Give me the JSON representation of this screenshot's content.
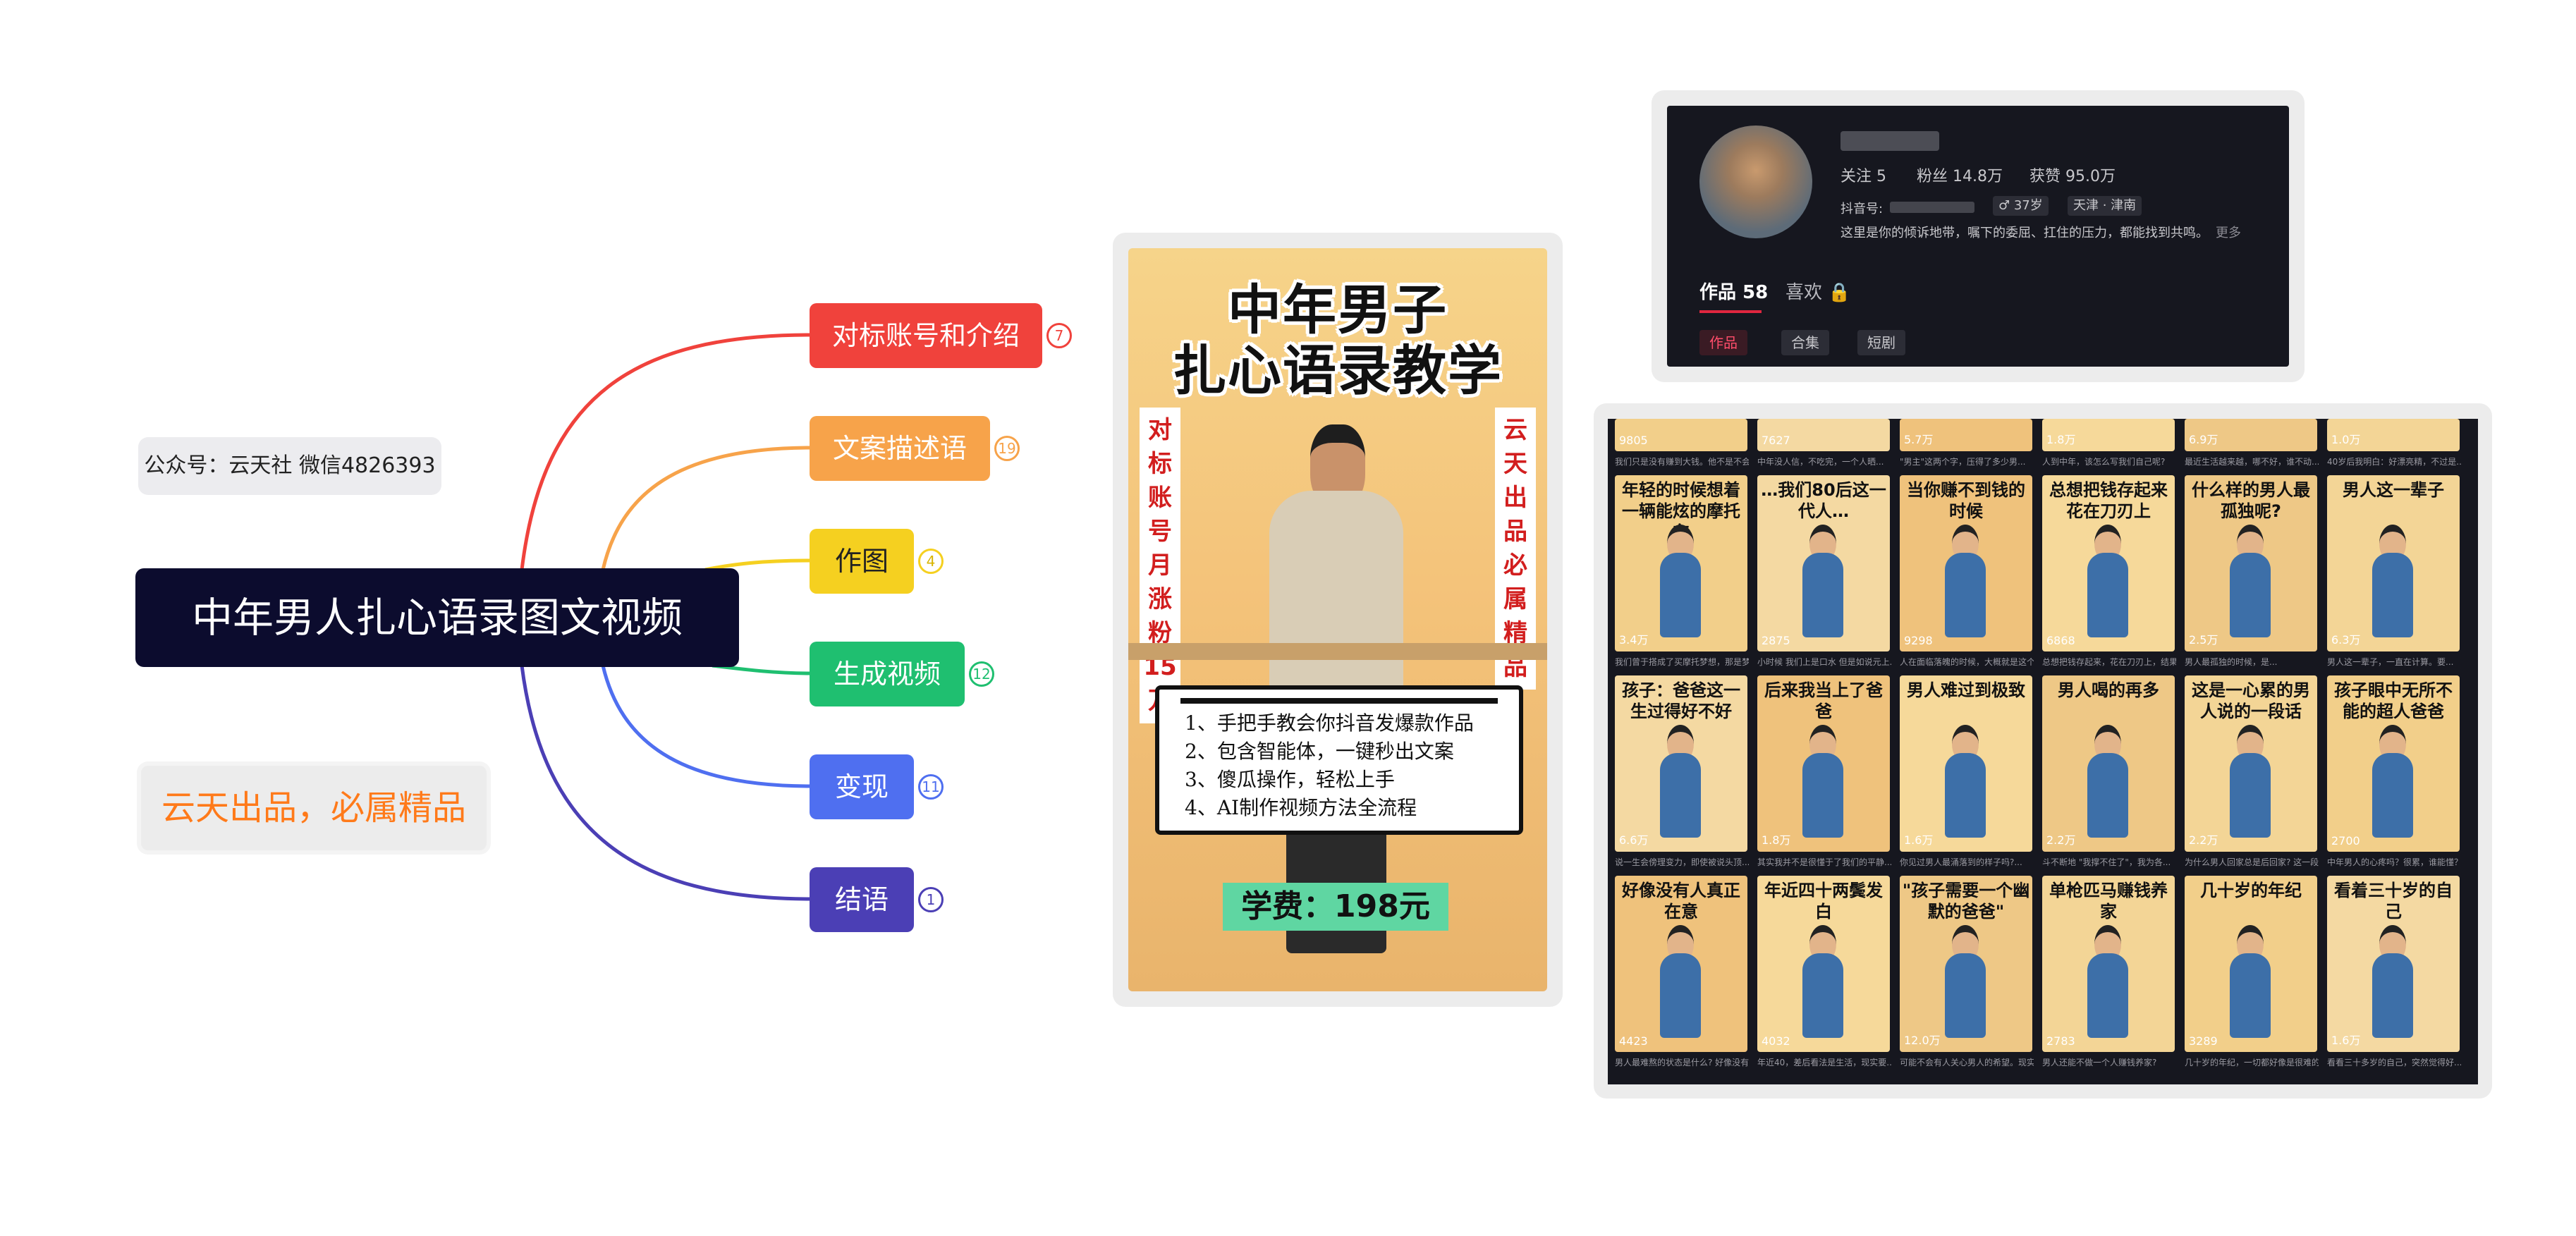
{
  "note": "公众号：云天社 微信4826393",
  "root_title": "中年男人扎心语录图文视频",
  "slogan": "云天出品，必属精品",
  "branches": [
    {
      "label": "对标账号和介绍",
      "count": "7",
      "color": "#f0423c"
    },
    {
      "label": "文案描述语",
      "count": "19",
      "color": "#f7a34a"
    },
    {
      "label": "作图",
      "count": "4",
      "color": "#f5d020"
    },
    {
      "label": "生成视频",
      "count": "12",
      "color": "#1fbf70"
    },
    {
      "label": "变现",
      "count": "11",
      "color": "#4f6ff0"
    },
    {
      "label": "结语",
      "count": "1",
      "color": "#4b3fb5"
    }
  ],
  "poster": {
    "title_line1": "中年男子",
    "title_line2": "扎心语录教学",
    "left_vertical": "对标账号月涨粉15万",
    "right_vertical": "云天出品 必属精品",
    "lines": [
      "1、手把手教会你抖音发爆款作品",
      "2、包含智能体，一键秒出文案",
      "3、傻瓜操作，轻松上手",
      "4、AI制作视频方法全流程"
    ],
    "price": "学费：198元"
  },
  "profile": {
    "follow": "关注 5",
    "fans": "粉丝 14.8万",
    "likes": "获赞 95.0万",
    "douyin_id_label": "抖音号:",
    "age_tag": "♂ 37岁",
    "location_tag": "天津 · 津南",
    "bio": "这里是你的倾诉地带，嘱下的委屈、扛住的压力，都能找到共鸣。中...",
    "more": "更多",
    "tab_works": "作品 58",
    "tab_likes": "喜欢 🔒",
    "chips": [
      "作品",
      "合集",
      "短剧"
    ]
  },
  "top_counts": [
    "9805",
    "7627",
    "5.7万",
    "1.8万",
    "6.9万",
    "1.0万"
  ],
  "top_descs": [
    "我们只是没有赚到大钱。他不是不会...",
    "中年没人信，不吃完，一个人晒...",
    "\"男主\"这两个字，压得了多少男...",
    "人到中年，该怎么写我们自己呢?",
    "最近生活越来越，哪不好，谁不动...",
    "40岁后我明白：好漂亮精，不过是..."
  ],
  "grid_rows": [
    [
      {
        "caption": "年轻的时候想着一辆能炫的摩托车",
        "count": "3.4万",
        "desc": "我们曾于搭成了买摩托梦想，那是梦..."
      },
      {
        "caption": "…我们80后这一代人…",
        "count": "2875",
        "desc": "小时候 我们上是口水 但是如说元上..."
      },
      {
        "caption": "当你赚不到钱的时候",
        "count": "9298",
        "desc": "人在面临落魄的时候，大概就是这个..."
      },
      {
        "caption": "总想把钱存起来花在刀刃上",
        "count": "6868",
        "desc": "总想把钱存起来，花在刀刃上，结果..."
      },
      {
        "caption": "什么样的男人最孤独呢?",
        "count": "2.5万",
        "desc": "男人最孤独的时候，是..."
      },
      {
        "caption": "男人这一辈子",
        "count": "6.3万",
        "desc": "男人这一辈子，一直在计算。要..."
      }
    ],
    [
      {
        "caption": "孩子：爸爸这一生过得好不好",
        "count": "6.6万",
        "desc": "说一生会傍理变力，即使被说头顶..."
      },
      {
        "caption": "后来我当上了爸爸",
        "count": "1.8万",
        "desc": "其实我并不是很懂于了我们的平静..."
      },
      {
        "caption": "男人难过到极致",
        "count": "1.6万",
        "desc": "你见过男人最涌落到的样子吗?..."
      },
      {
        "caption": "男人喝的再多",
        "count": "2.2万",
        "desc": "斗不断地 \"我撑不住了\"，我为各..."
      },
      {
        "caption": "这是一心累的男人说的一段话",
        "count": "2.2万",
        "desc": "为什么男人回家总是后回家? 这一段..."
      },
      {
        "caption": "孩子眼中无所不能的超人爸爸",
        "count": "2700",
        "desc": "中年男人的心疼吗？很累，谁能懂？..."
      }
    ],
    [
      {
        "caption": "好像没有人真正在意",
        "count": "4423",
        "desc": "男人最难熬的状态是什么? 好像没有..."
      },
      {
        "caption": "年近四十两鬓发白",
        "count": "4032",
        "desc": "年近40，差后看法是生活，现实要..."
      },
      {
        "caption": "\"孩子需要一个幽默的爸爸\"",
        "count": "12.0万",
        "desc": "可能不会有人关心男人的希望。现实..."
      },
      {
        "caption": "单枪匹马赚钱养家",
        "count": "2783",
        "desc": "男人还能不做一个人赚钱养家?"
      },
      {
        "caption": "几十岁的年纪",
        "count": "3289",
        "desc": "几十岁的年纪，一切都好像是很难的..."
      },
      {
        "caption": "看着三十岁的自己",
        "count": "1.6万",
        "desc": "看看三十多岁的自己，突然觉得好..."
      }
    ]
  ],
  "colors": {
    "dark_bg": "#16171f",
    "accent_red": "#e0263f",
    "orange": "#ff7a1a"
  }
}
